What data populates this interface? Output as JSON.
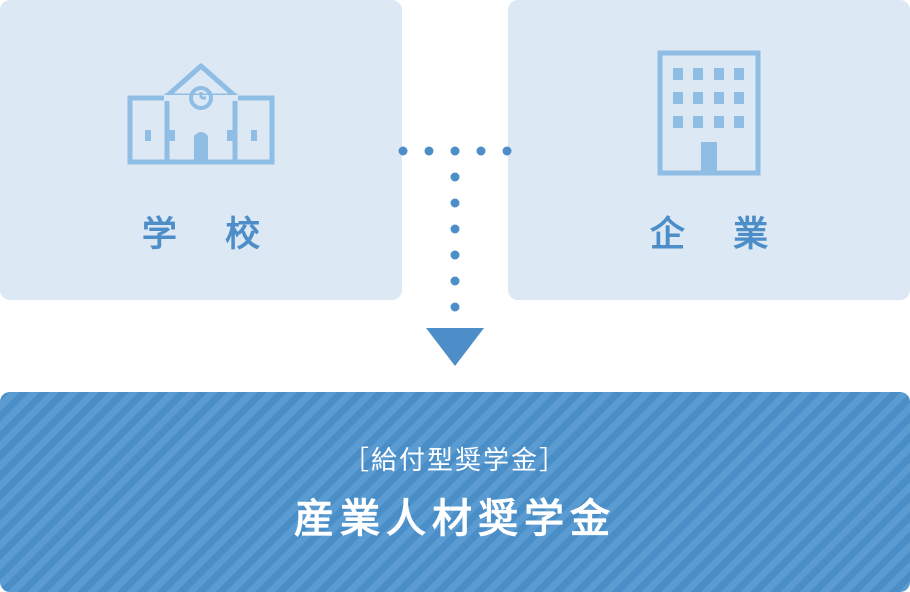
{
  "nodes": {
    "school": {
      "label": "学 校",
      "icon": "school-icon"
    },
    "company": {
      "label": "企 業",
      "icon": "building-icon"
    }
  },
  "result": {
    "subtitle": "［給付型奨学金］",
    "title": "産業人材奨学金"
  },
  "colors": {
    "card_bg": "#dce8f4",
    "accent": "#4e8ec8",
    "icon": "#8fbde4",
    "result_bg": "#4a8ec8",
    "result_stripe": "#5a9bd2"
  }
}
